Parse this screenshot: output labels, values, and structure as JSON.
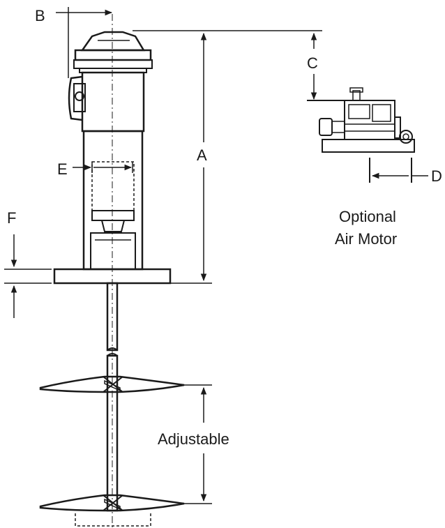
{
  "labels": {
    "a": "A",
    "b": "B",
    "c": "C",
    "d": "D",
    "e": "E",
    "f": "F",
    "adjustable": "Adjustable",
    "optional_line1": "Optional",
    "optional_line2": "Air Motor"
  },
  "colors": {
    "ink": "#1a1a1a",
    "paper": "#ffffff",
    "shade": "#d9d9d9"
  }
}
